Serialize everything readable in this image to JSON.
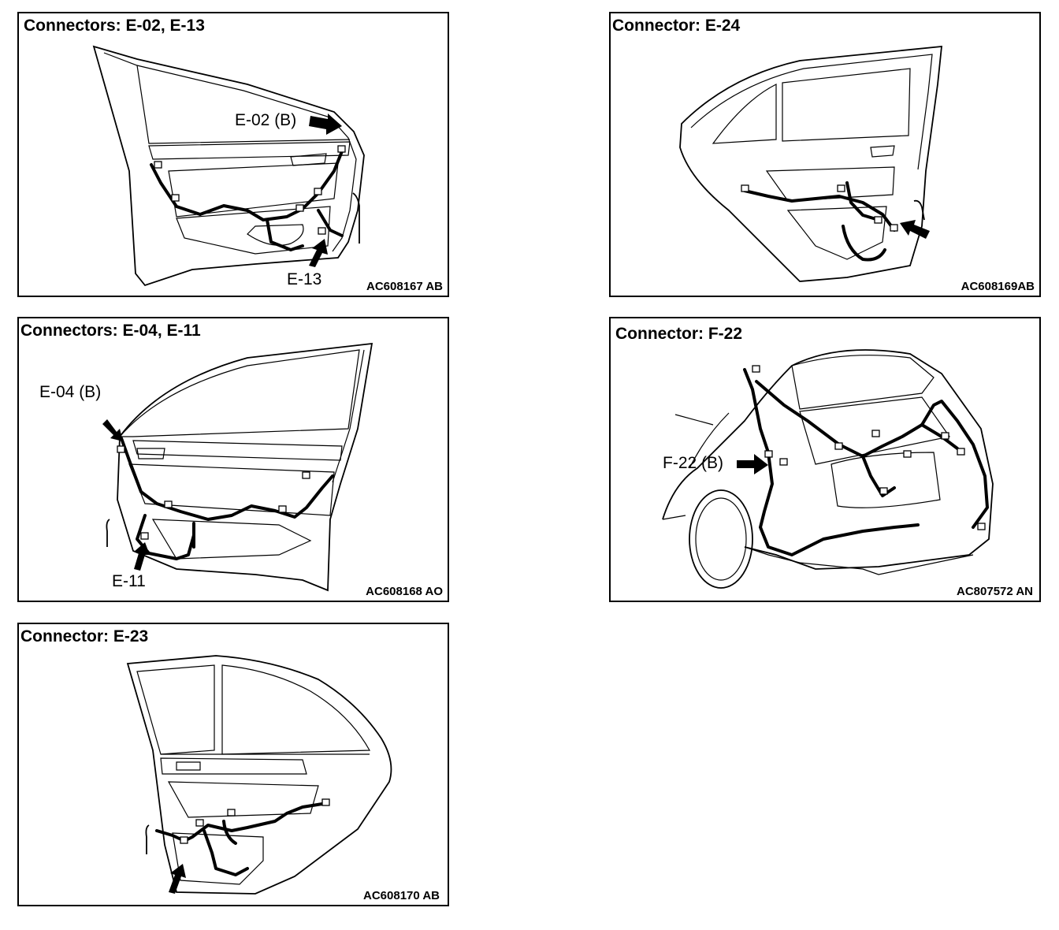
{
  "panels": [
    {
      "title": "Connectors: E-02, E-13",
      "code": "AC608167 AB",
      "callouts": [
        "E-02 (B)",
        "E-13"
      ]
    },
    {
      "title": "Connector: E-24",
      "code": "AC608169AB",
      "callouts": []
    },
    {
      "title": "Connectors: E-04, E-11",
      "code": "AC608168 AO",
      "callouts": [
        "E-04 (B)",
        "E-11"
      ]
    },
    {
      "title": "Connector: F-22",
      "code": "AC807572 AN",
      "callouts": [
        "F-22 (B)"
      ]
    },
    {
      "title": "Connector: E-23",
      "code": "AC608170 AB",
      "callouts": []
    }
  ]
}
